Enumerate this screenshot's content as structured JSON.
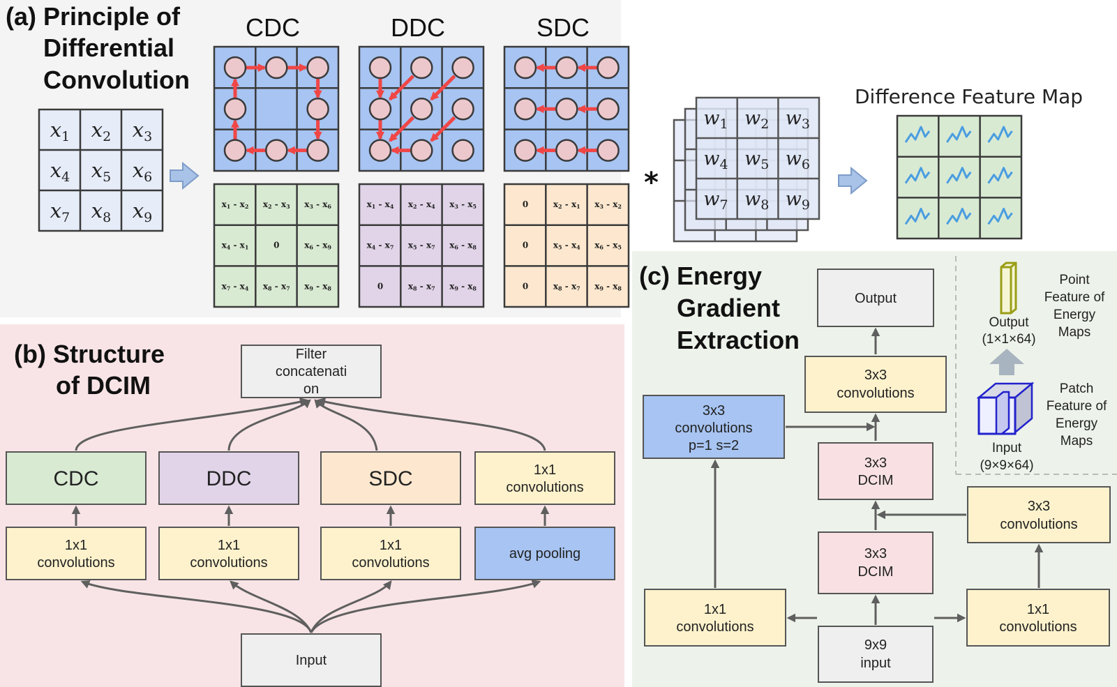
{
  "colors": {
    "panel_a_bg": "#f4f4f4",
    "panel_b_bg": "#f8e4e6",
    "panel_c_bg": "#edf3ea",
    "kernel_blue": "#a7c4f2",
    "node_pink": "#ecc8cc",
    "arrow_red": "#f04646",
    "cdc_green": "#d9ead3",
    "ddc_purple": "#e1d4e8",
    "sdc_orange": "#fde8cf",
    "conv_yellow": "#fdf2cc",
    "dcim_pink": "#f9e1e3",
    "io_gray": "#efefef",
    "arrow_gray": "#5f5f5f"
  },
  "panel_a": {
    "title": [
      "(a) Principle of",
      "Differential",
      "Convolution"
    ],
    "input_matrix": [
      [
        "x",
        "1"
      ],
      [
        "x",
        "2"
      ],
      [
        "x",
        "3"
      ],
      [
        "x",
        "4"
      ],
      [
        "x",
        "5"
      ],
      [
        "x",
        "6"
      ],
      [
        "x",
        "7"
      ],
      [
        "x",
        "8"
      ],
      [
        "x",
        "9"
      ]
    ],
    "kernels": [
      {
        "label": "CDC",
        "icon": "clockwise-ring-arrows"
      },
      {
        "label": "DDC",
        "icon": "diagonal-arrows"
      },
      {
        "label": "SDC",
        "icon": "leftward-row-arrows"
      }
    ],
    "diff_tables": {
      "cdc": [
        [
          "x",
          "1",
          "x",
          "2"
        ],
        [
          "x",
          "2",
          "x",
          "3"
        ],
        [
          "x",
          "3",
          "x",
          "6"
        ],
        [
          "x",
          "4",
          "x",
          "1"
        ],
        [
          "0"
        ],
        [
          "x",
          "6",
          "x",
          "9"
        ],
        [
          "x",
          "7",
          "x",
          "4"
        ],
        [
          "x",
          "8",
          "x",
          "7"
        ],
        [
          "x",
          "9",
          "x",
          "8"
        ]
      ],
      "ddc": [
        [
          "x",
          "1",
          "x",
          "4"
        ],
        [
          "x",
          "2",
          "x",
          "4"
        ],
        [
          "x",
          "3",
          "x",
          "5"
        ],
        [
          "x",
          "4",
          "x",
          "7"
        ],
        [
          "x",
          "5",
          "x",
          "7"
        ],
        [
          "x",
          "6",
          "x",
          "8"
        ],
        [
          "0"
        ],
        [
          "x",
          "8",
          "x",
          "7"
        ],
        [
          "x",
          "9",
          "x",
          "8"
        ]
      ],
      "sdc": [
        [
          "0"
        ],
        [
          "x",
          "2",
          "x",
          "1"
        ],
        [
          "x",
          "3",
          "x",
          "2"
        ],
        [
          "0"
        ],
        [
          "x",
          "5",
          "x",
          "4"
        ],
        [
          "x",
          "6",
          "x",
          "5"
        ],
        [
          "0"
        ],
        [
          "x",
          "8",
          "x",
          "7"
        ],
        [
          "x",
          "9",
          "x",
          "8"
        ]
      ]
    },
    "operator": "*",
    "weights": [
      [
        "w",
        "1"
      ],
      [
        "w",
        "2"
      ],
      [
        "w",
        "3"
      ],
      [
        "w",
        "4"
      ],
      [
        "w",
        "5"
      ],
      [
        "w",
        "6"
      ],
      [
        "w",
        "7"
      ],
      [
        "w",
        "8"
      ],
      [
        "w",
        "9"
      ]
    ],
    "difference_feature_map_title": "Difference Feature Map"
  },
  "panel_b": {
    "title": [
      "(b) Structure",
      "of DCIM"
    ],
    "filter_concat": [
      "Filter",
      "concatenati",
      "on"
    ],
    "branches": [
      "CDC",
      "DDC",
      "SDC"
    ],
    "conv1x1": [
      "1x1",
      "convolutions"
    ],
    "avg_pooling": "avg pooling",
    "input": "Input"
  },
  "panel_c": {
    "title": [
      "(c) Energy",
      "Gradient",
      "Extraction"
    ],
    "output": "Output",
    "conv3x3": [
      "3x3",
      "convolutions"
    ],
    "conv3x3_stride": [
      "3x3",
      "convolutions",
      "p=1 s=2"
    ],
    "dcim": [
      "3x3",
      "DCIM"
    ],
    "conv1x1": [
      "1x1",
      "convolutions"
    ],
    "input": [
      "9x9",
      "input"
    ],
    "legend": {
      "output_label": [
        "Output",
        "(1×1×64)"
      ],
      "point_feature": [
        "Point",
        "Feature of",
        "Energy",
        "Maps"
      ],
      "input_label": [
        "Input",
        "(9×9×64)"
      ],
      "patch_feature": [
        "Patch",
        "Feature of",
        "Energy",
        "Maps"
      ]
    }
  }
}
